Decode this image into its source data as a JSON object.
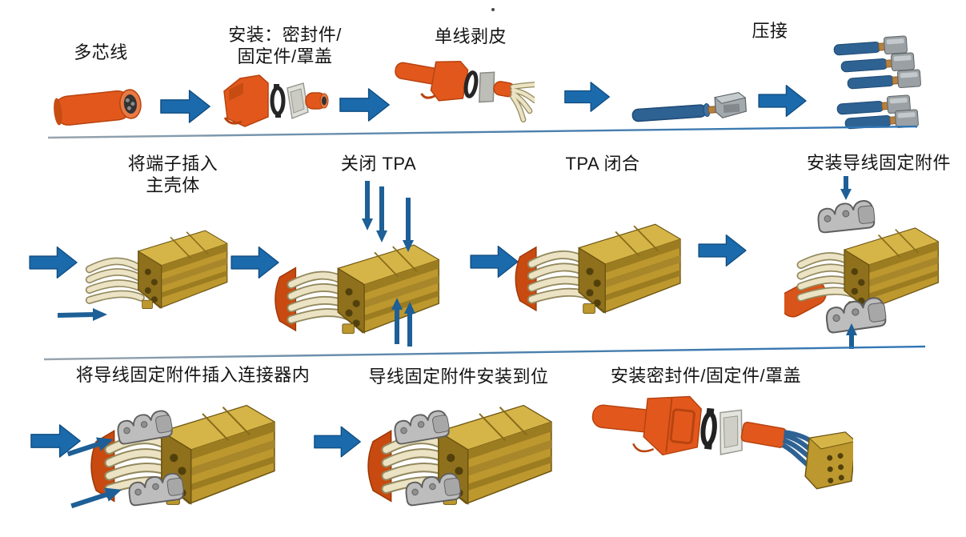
{
  "diagram": {
    "title": "connector-assembly-process-flow",
    "background_color": "#ffffff",
    "flow_arrow_color": "#1b6aab",
    "pointer_arrow_color": "#1d5f96",
    "separator_gradient": [
      "#9aa5ad",
      "#2e74b5"
    ],
    "connector_gold_color": "#bd982e",
    "cable_orange_color": "#e2581c",
    "boot_orange_color": "#c84a10",
    "wire_cream_color": "#ebe3c3",
    "wire_blue_color": "#2e6293",
    "clip_gray_color": "#bdbdbd",
    "rows": {
      "row1": {
        "step1": {
          "label": "多芯线",
          "image": "multi-core-cable"
        },
        "step2": {
          "label_line1": "安装：密封件/",
          "label_line2": "固定件/罩盖",
          "image": "seal-retainer-cover-exploded"
        },
        "step3": {
          "label": "单线剥皮",
          "image": "stripped-single-wires"
        },
        "step4": {
          "label": "压接",
          "image_before": "single-wire-with-terminal",
          "image_after": "crimped-wire-bundle"
        }
      },
      "row2": {
        "step5": {
          "label_line1": "将端子插入",
          "label_line2": "主壳体",
          "image": "terminals-inserted-into-housing"
        },
        "step6": {
          "label": "关闭 TPA",
          "image": "closing-tpa-press-arrows"
        },
        "step7": {
          "label": "TPA 闭合",
          "image": "tpa-closed-connector"
        },
        "step8": {
          "label": "安装导线固定附件",
          "image": "wire-retainer-clips-aligned"
        }
      },
      "row3": {
        "step9": {
          "label": "将导线固定附件插入连接器内",
          "image": "clips-being-inserted"
        },
        "step10": {
          "label": "导线固定附件安装到位",
          "image": "clips-installed"
        },
        "step11": {
          "label": "安装密封件/固定件/罩盖",
          "image": "final-assembly-seal-retainer-cover"
        }
      }
    }
  }
}
